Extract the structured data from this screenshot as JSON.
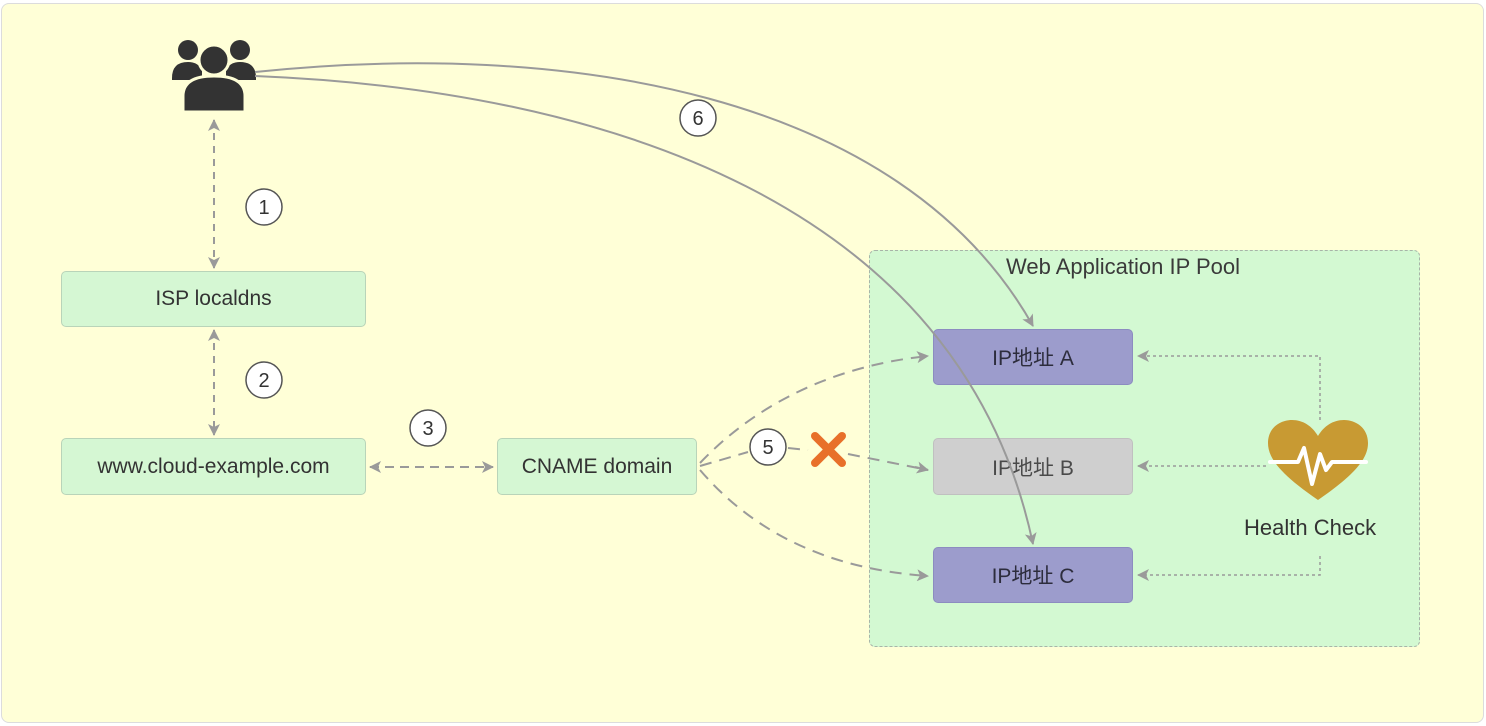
{
  "users_icon": "users-group-icon",
  "nodes": {
    "isp": "ISP localdns",
    "www": "www.cloud-example.com",
    "cname": "CNAME domain",
    "ip_a": "IP地址  A",
    "ip_b": "IP地址  B",
    "ip_c": "IP地址  C"
  },
  "pool": {
    "title": "Web Application  IP Pool"
  },
  "health": {
    "label": "Health Check",
    "icon": "heart-pulse-icon"
  },
  "failure_icon": "x-mark-icon",
  "steps": [
    "1",
    "2",
    "3",
    "5",
    "6"
  ],
  "colors": {
    "background": "#ffffd7",
    "pool": "#d3f9d2",
    "green_node": "#d5f7d3",
    "ip_active": "#9c9ccc",
    "ip_down": "#cfcfcf",
    "heart": "#c89a33",
    "x_mark": "#e8702a",
    "connector": "#9a9a9a"
  }
}
